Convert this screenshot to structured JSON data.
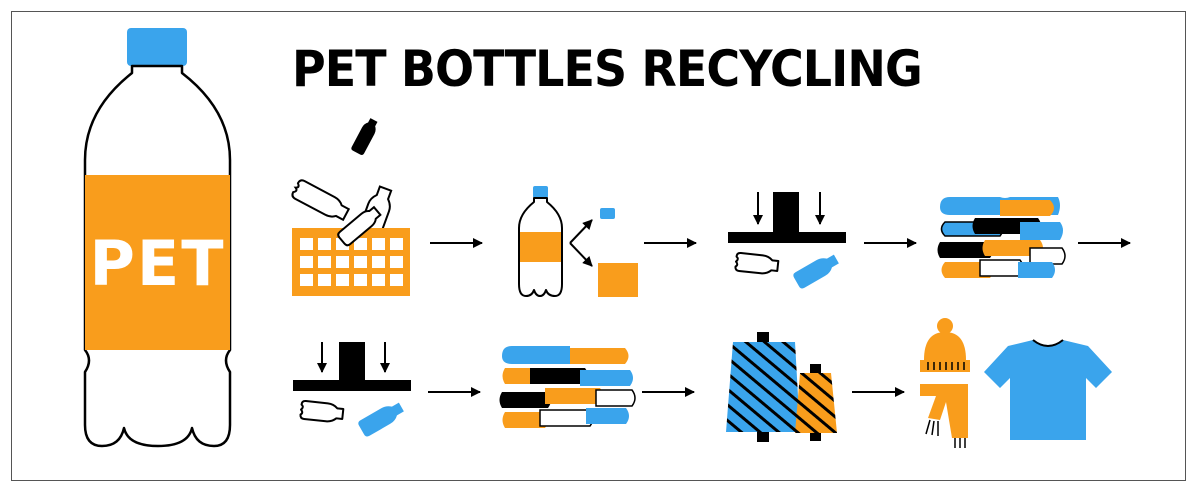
{
  "title": "PET BOTTLES RECYCLING",
  "bottle_label": "PET",
  "colors": {
    "blue": "#3aa4ec",
    "orange": "#f99d1c",
    "black": "#000000",
    "white": "#ffffff"
  },
  "steps": [
    {
      "name": "collection",
      "icon": "basket-with-bottles-icon"
    },
    {
      "name": "separation",
      "icon": "bottle-cap-label-split-icon"
    },
    {
      "name": "compression",
      "icon": "press-icon"
    },
    {
      "name": "baling",
      "icon": "bale-of-bottles-icon"
    },
    {
      "name": "compression-2",
      "icon": "press-icon"
    },
    {
      "name": "baling-2",
      "icon": "bale-of-bottles-icon"
    },
    {
      "name": "spinning",
      "icon": "yarn-spools-icon"
    },
    {
      "name": "products",
      "icon": "clothes-icon"
    }
  ]
}
